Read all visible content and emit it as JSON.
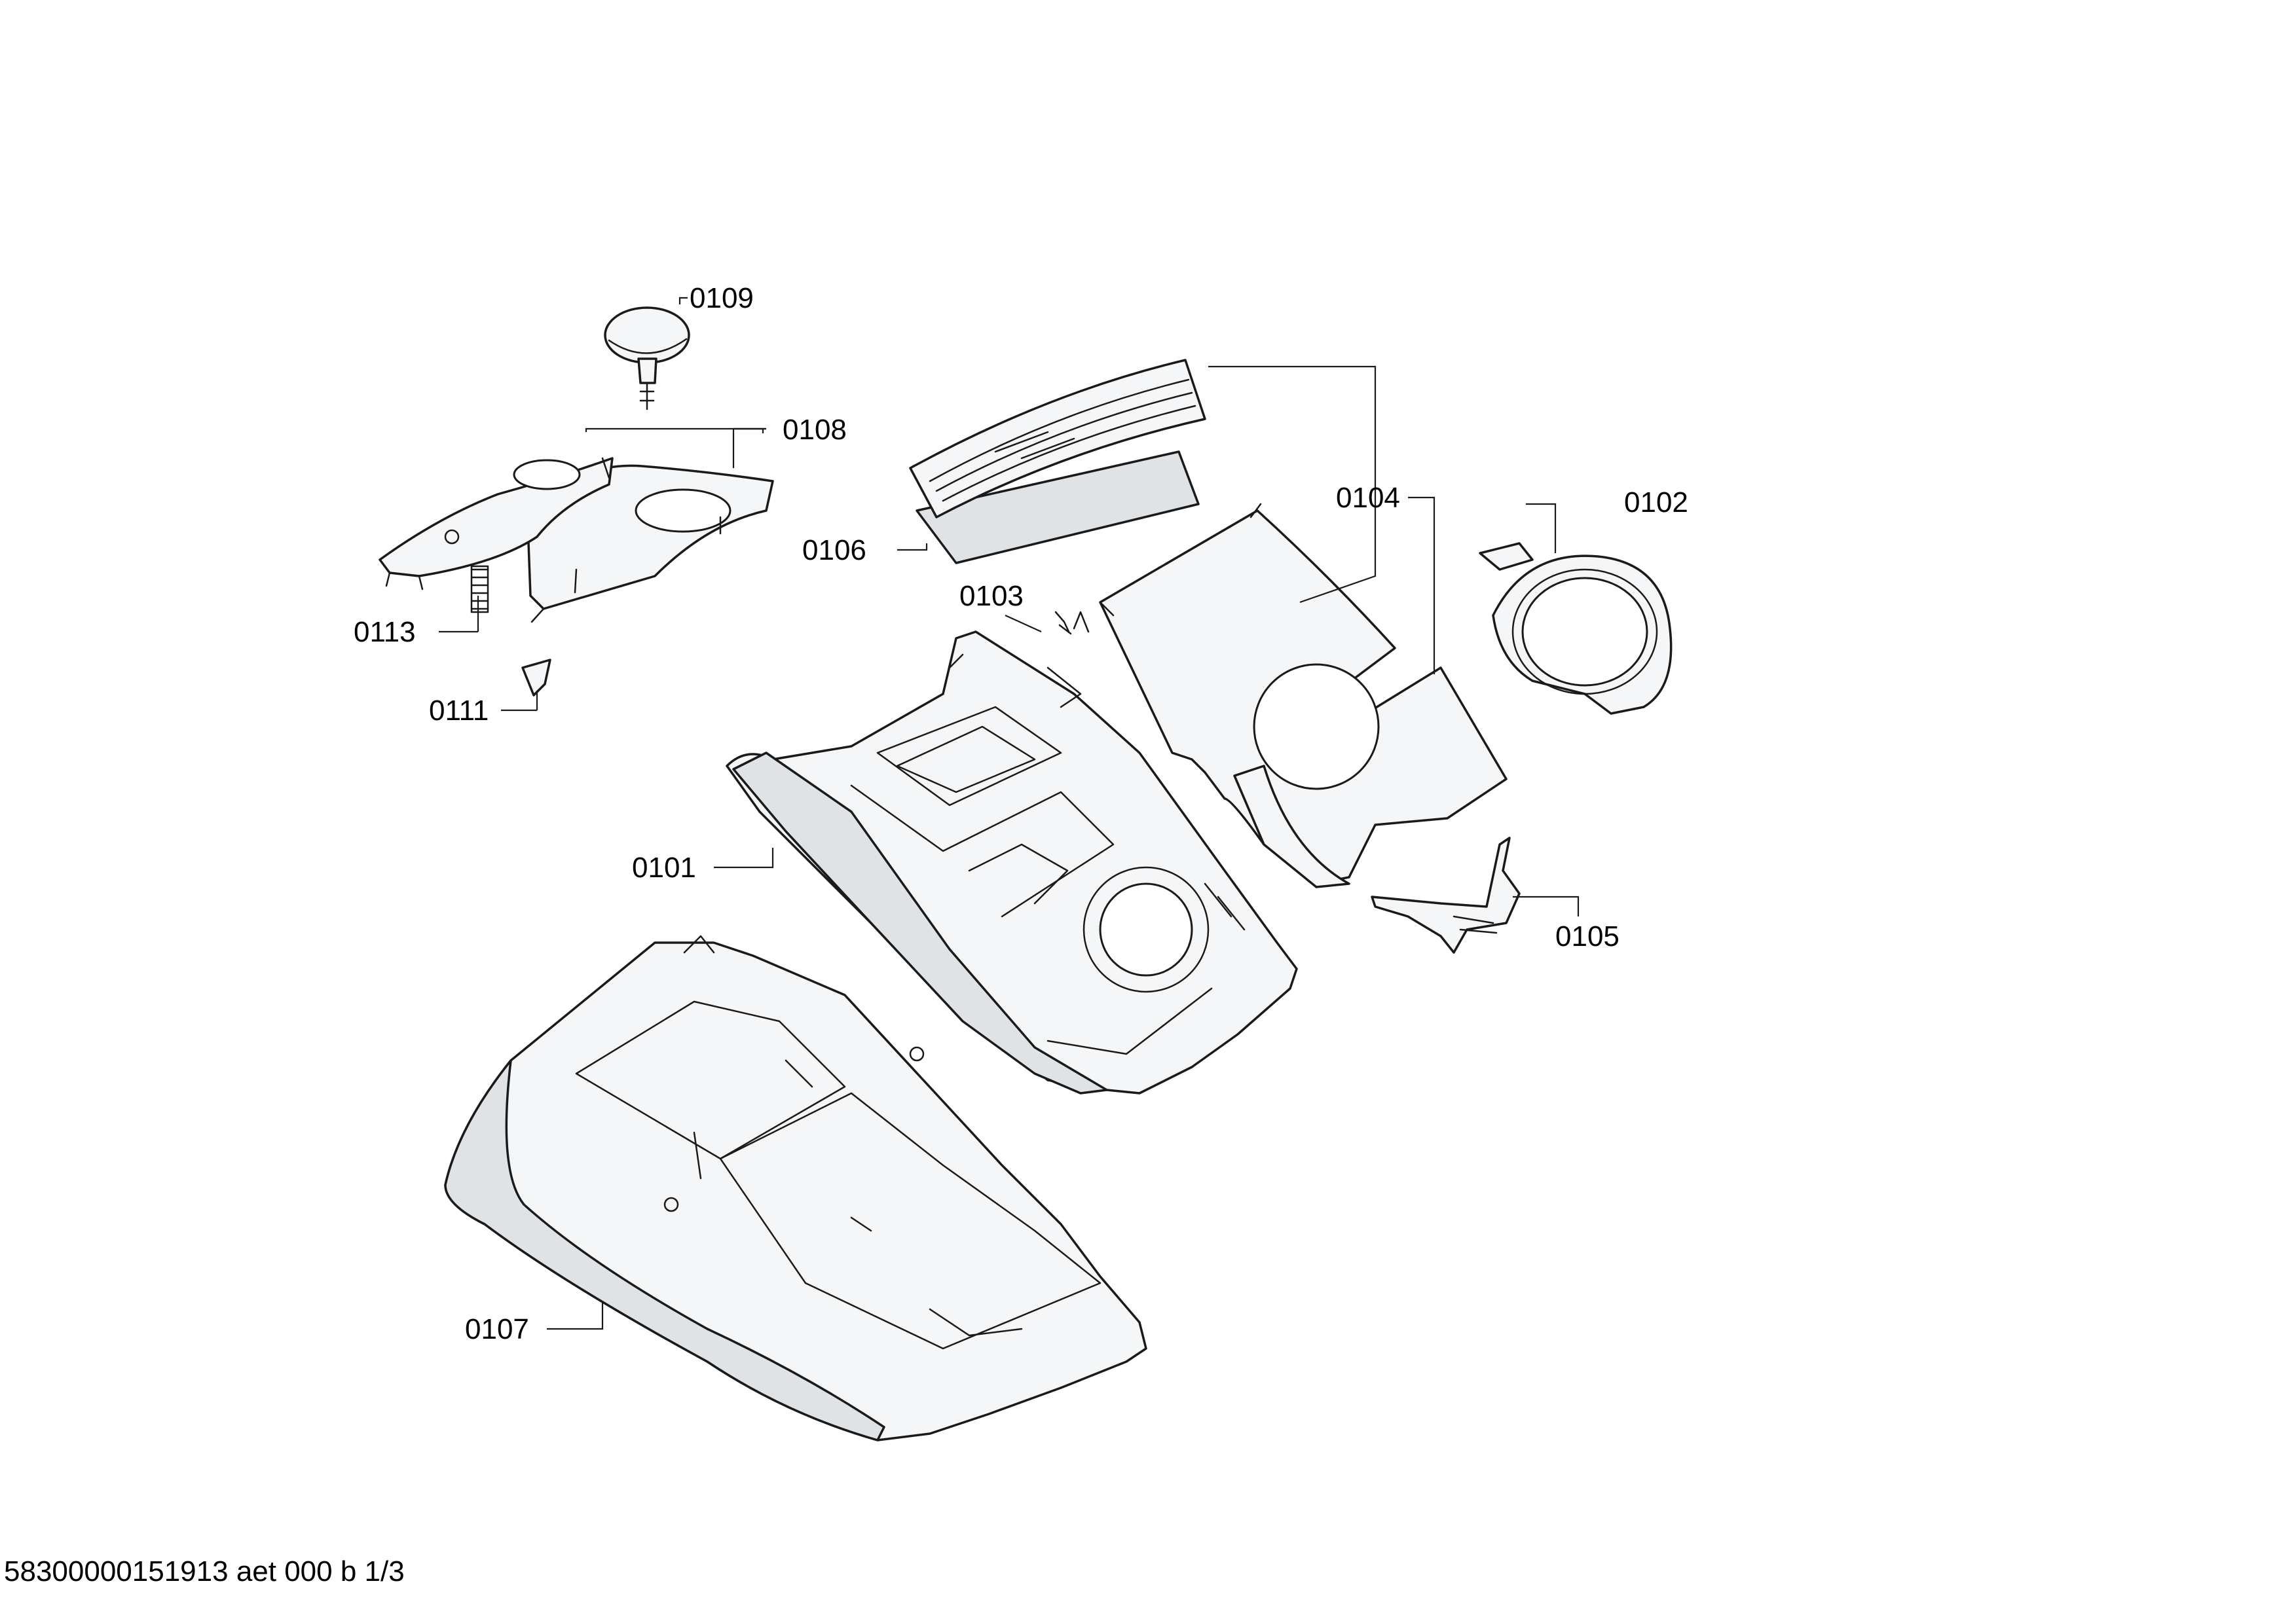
{
  "callouts": {
    "p0101": "0101",
    "p0102": "0102",
    "p0103": "0103",
    "p0104": "0104",
    "p0105": "0105",
    "p0106": "0106",
    "p0107": "0107",
    "p0108": "0108",
    "p0109": "0109",
    "p0111": "0111",
    "p0113": "0113"
  },
  "footer": {
    "code": "58300000151913 aet 000 b 1/3"
  }
}
